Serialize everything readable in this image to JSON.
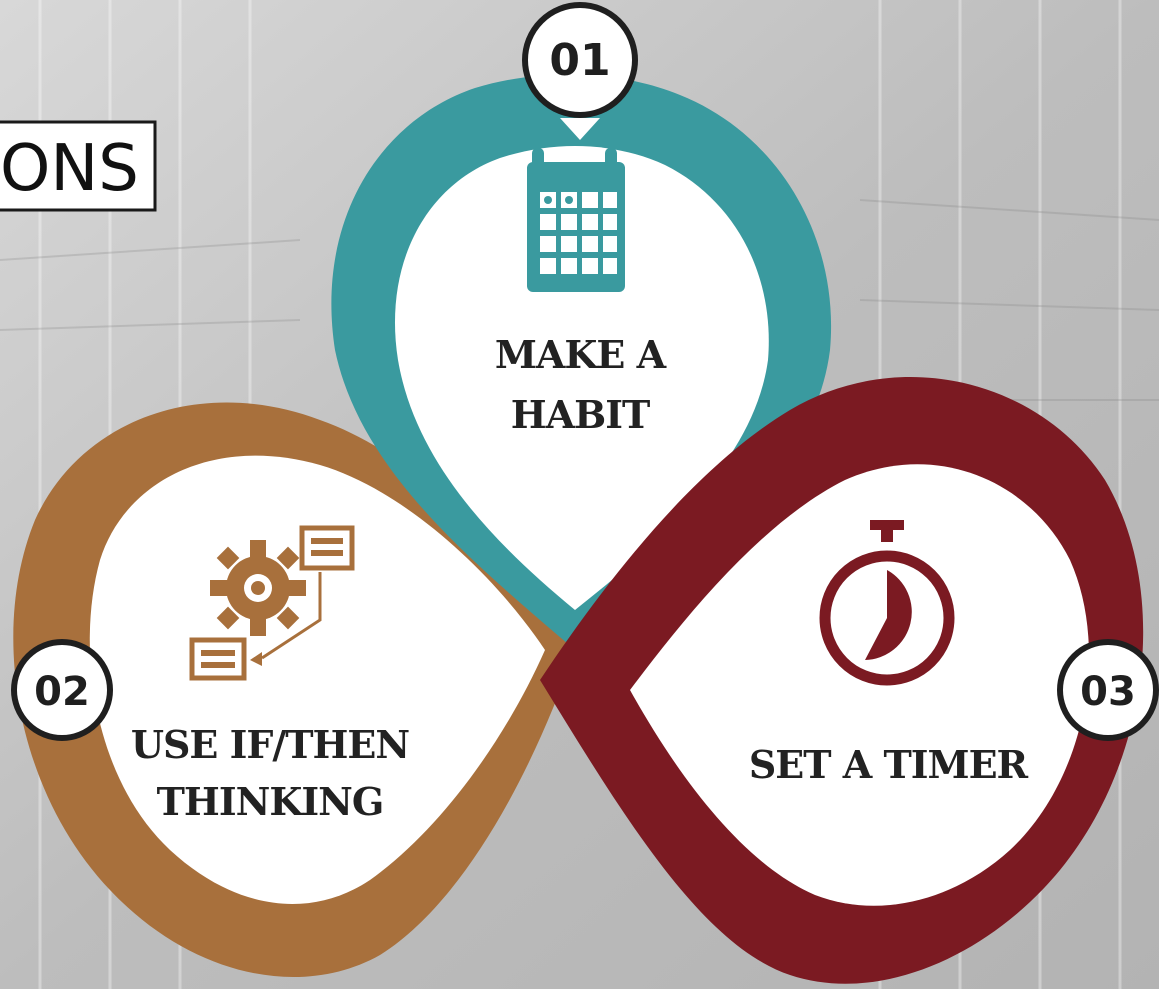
{
  "title_fragment": "ONS",
  "steps": [
    {
      "number": "01",
      "label_lines": [
        "MAKE A",
        "HABIT"
      ],
      "icon": "calendar-icon",
      "color": "#3a9a9f"
    },
    {
      "number": "02",
      "label_lines": [
        "USE IF/THEN",
        "THINKING"
      ],
      "icon": "gear-flow-icon",
      "color": "#a8703c"
    },
    {
      "number": "03",
      "label_lines": [
        "SET A TIMER"
      ],
      "icon": "stopwatch-icon",
      "color": "#7b1a22"
    }
  ]
}
